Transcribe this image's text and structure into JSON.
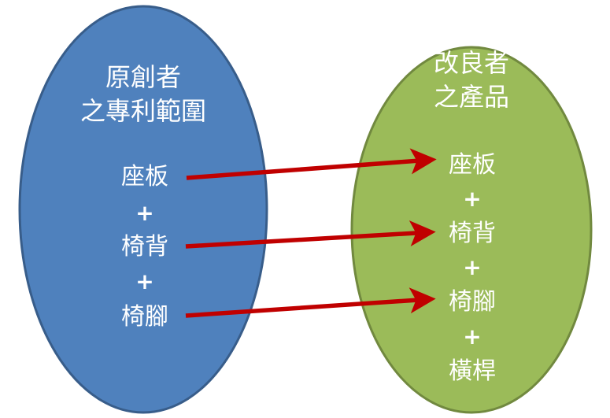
{
  "colors": {
    "left_fill": "#4f81bd",
    "left_stroke": "#385d8a",
    "right_fill": "#9bbb59",
    "right_stroke": "#71893f",
    "arrow": "#c00000",
    "text": "#ffffff"
  },
  "left": {
    "title_lines": [
      "原創者",
      "之專利範圍"
    ],
    "items": [
      "座板",
      "椅背",
      "椅腳"
    ],
    "separator": "+"
  },
  "right": {
    "title_lines": [
      "改良者",
      "之產品"
    ],
    "items": [
      "座板",
      "椅背",
      "椅腳",
      "橫桿"
    ],
    "separator": "+"
  },
  "arrows": [
    {
      "from": "left.items.0",
      "to": "right.items.0"
    },
    {
      "from": "left.items.1",
      "to": "right.items.1"
    },
    {
      "from": "left.items.2",
      "to": "right.items.2"
    }
  ]
}
